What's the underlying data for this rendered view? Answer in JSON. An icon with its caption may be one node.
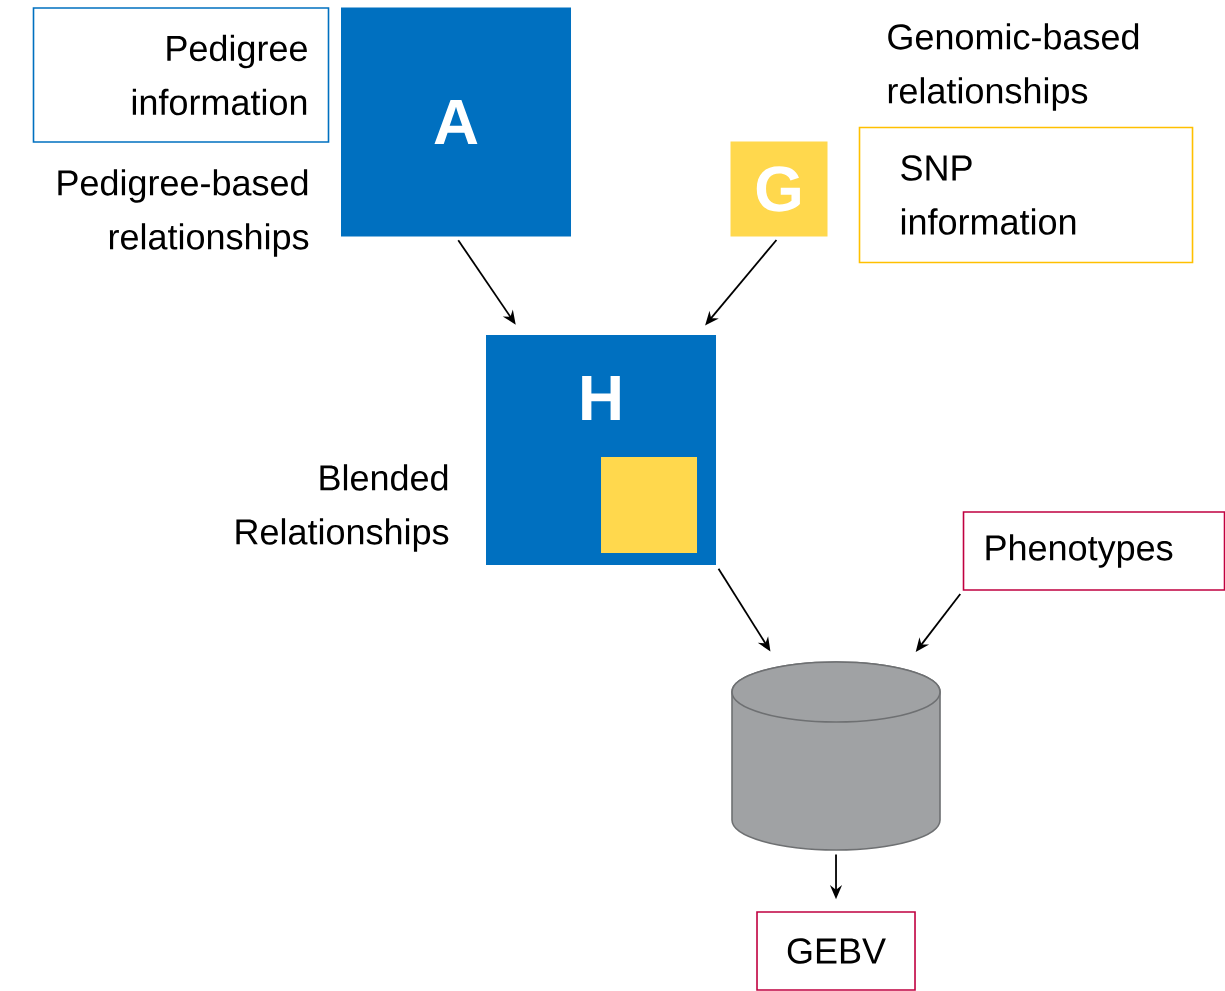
{
  "diagram": {
    "nodes": [
      {
        "text": [
          "Pedigree information"
        ]
      },
      {
        "text": [
          "A"
        ],
        "beside": [
          "Pedigree-based relationships"
        ]
      },
      {
        "text": [
          "G"
        ]
      },
      {
        "text": [
          "Genomic-based relationships",
          "SNP information"
        ]
      },
      {
        "text": [
          "H"
        ],
        "beside": [
          "Blended Relationships"
        ]
      },
      {
        "text": [],
        "shape": "box",
        "in": 4
      },
      {
        "text": [
          "Phenotypes"
        ]
      },
      {
        "text": [],
        "shape": "cylinder"
      },
      {
        "text": [
          "GEBV"
        ]
      }
    ],
    "edges": [
      {
        "from": 1,
        "to": 4,
        "arrow": "to"
      },
      {
        "from": 2,
        "to": 4,
        "arrow": "to"
      },
      {
        "from": 4,
        "to": 7,
        "arrow": "to"
      },
      {
        "from": 6,
        "to": 7,
        "arrow": "to"
      },
      {
        "from": 7,
        "to": 8,
        "arrow": "to"
      }
    ]
  }
}
